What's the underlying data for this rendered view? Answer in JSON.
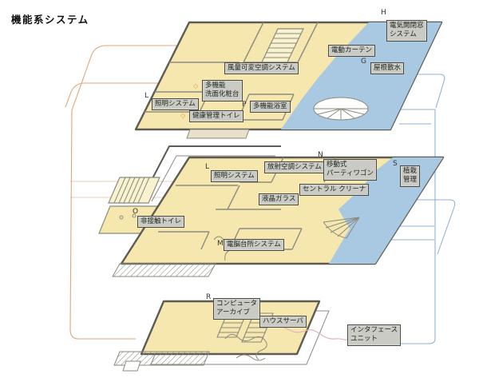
{
  "title": "機能系システム",
  "labels": {
    "electric_window": {
      "letter": "H",
      "text": "電気開閉窓\nシステム"
    },
    "electric_curtain": {
      "letter": "",
      "text": "電動カーテン"
    },
    "roof_sprinkler": {
      "letter": "G",
      "text": "屋根散水"
    },
    "vav_aircon": {
      "letter": "",
      "text": "風量可変空調システム"
    },
    "multi_vanity": {
      "letter": "◇",
      "text": "多機能\n洗面化粧台"
    },
    "lighting_3f": {
      "letter": "L",
      "text": "照明システム"
    },
    "multi_bath": {
      "letter": "P",
      "text": "多機能浴室"
    },
    "health_toilet": {
      "letter": "◇",
      "text": "健康管理トイレ"
    },
    "lighting_2f": {
      "letter": "L",
      "text": "照明システム"
    },
    "radiant_aircon": {
      "letter": "",
      "text": "放射空調システム"
    },
    "party_wagon": {
      "letter": "N",
      "text": "移動式\nパーティワゴン"
    },
    "planting_mgmt": {
      "letter": "S",
      "text": "植栽\n管理"
    },
    "central_cleaner": {
      "letter": "",
      "text": "セントラル クリーナ"
    },
    "lcd_glass": {
      "letter": "",
      "text": "液晶ガラス"
    },
    "touchless_toilet": {
      "letter": "O",
      "text": "非接触トイレ"
    },
    "cyber_kitchen": {
      "letter": "M",
      "text": "電脳台所システム"
    },
    "computer_archive": {
      "letter": "R",
      "text": "コンピュータ\nアーカイブ"
    },
    "house_server": {
      "letter": "",
      "text": "ハウスサーバ"
    },
    "interface_unit": {
      "letter": "",
      "text": "インタフェース\nユニット"
    }
  },
  "colors": {
    "floor_fill": "#f5e7ae",
    "terrace_fill": "#a9c8e2",
    "label_bg": "#cbcbc5",
    "wall": "#5c5c54",
    "line_orange": "#e0a57b",
    "line_blue": "#90b2d4",
    "line_pink": "#e9afbe",
    "marker_orange": "#d89a40"
  }
}
